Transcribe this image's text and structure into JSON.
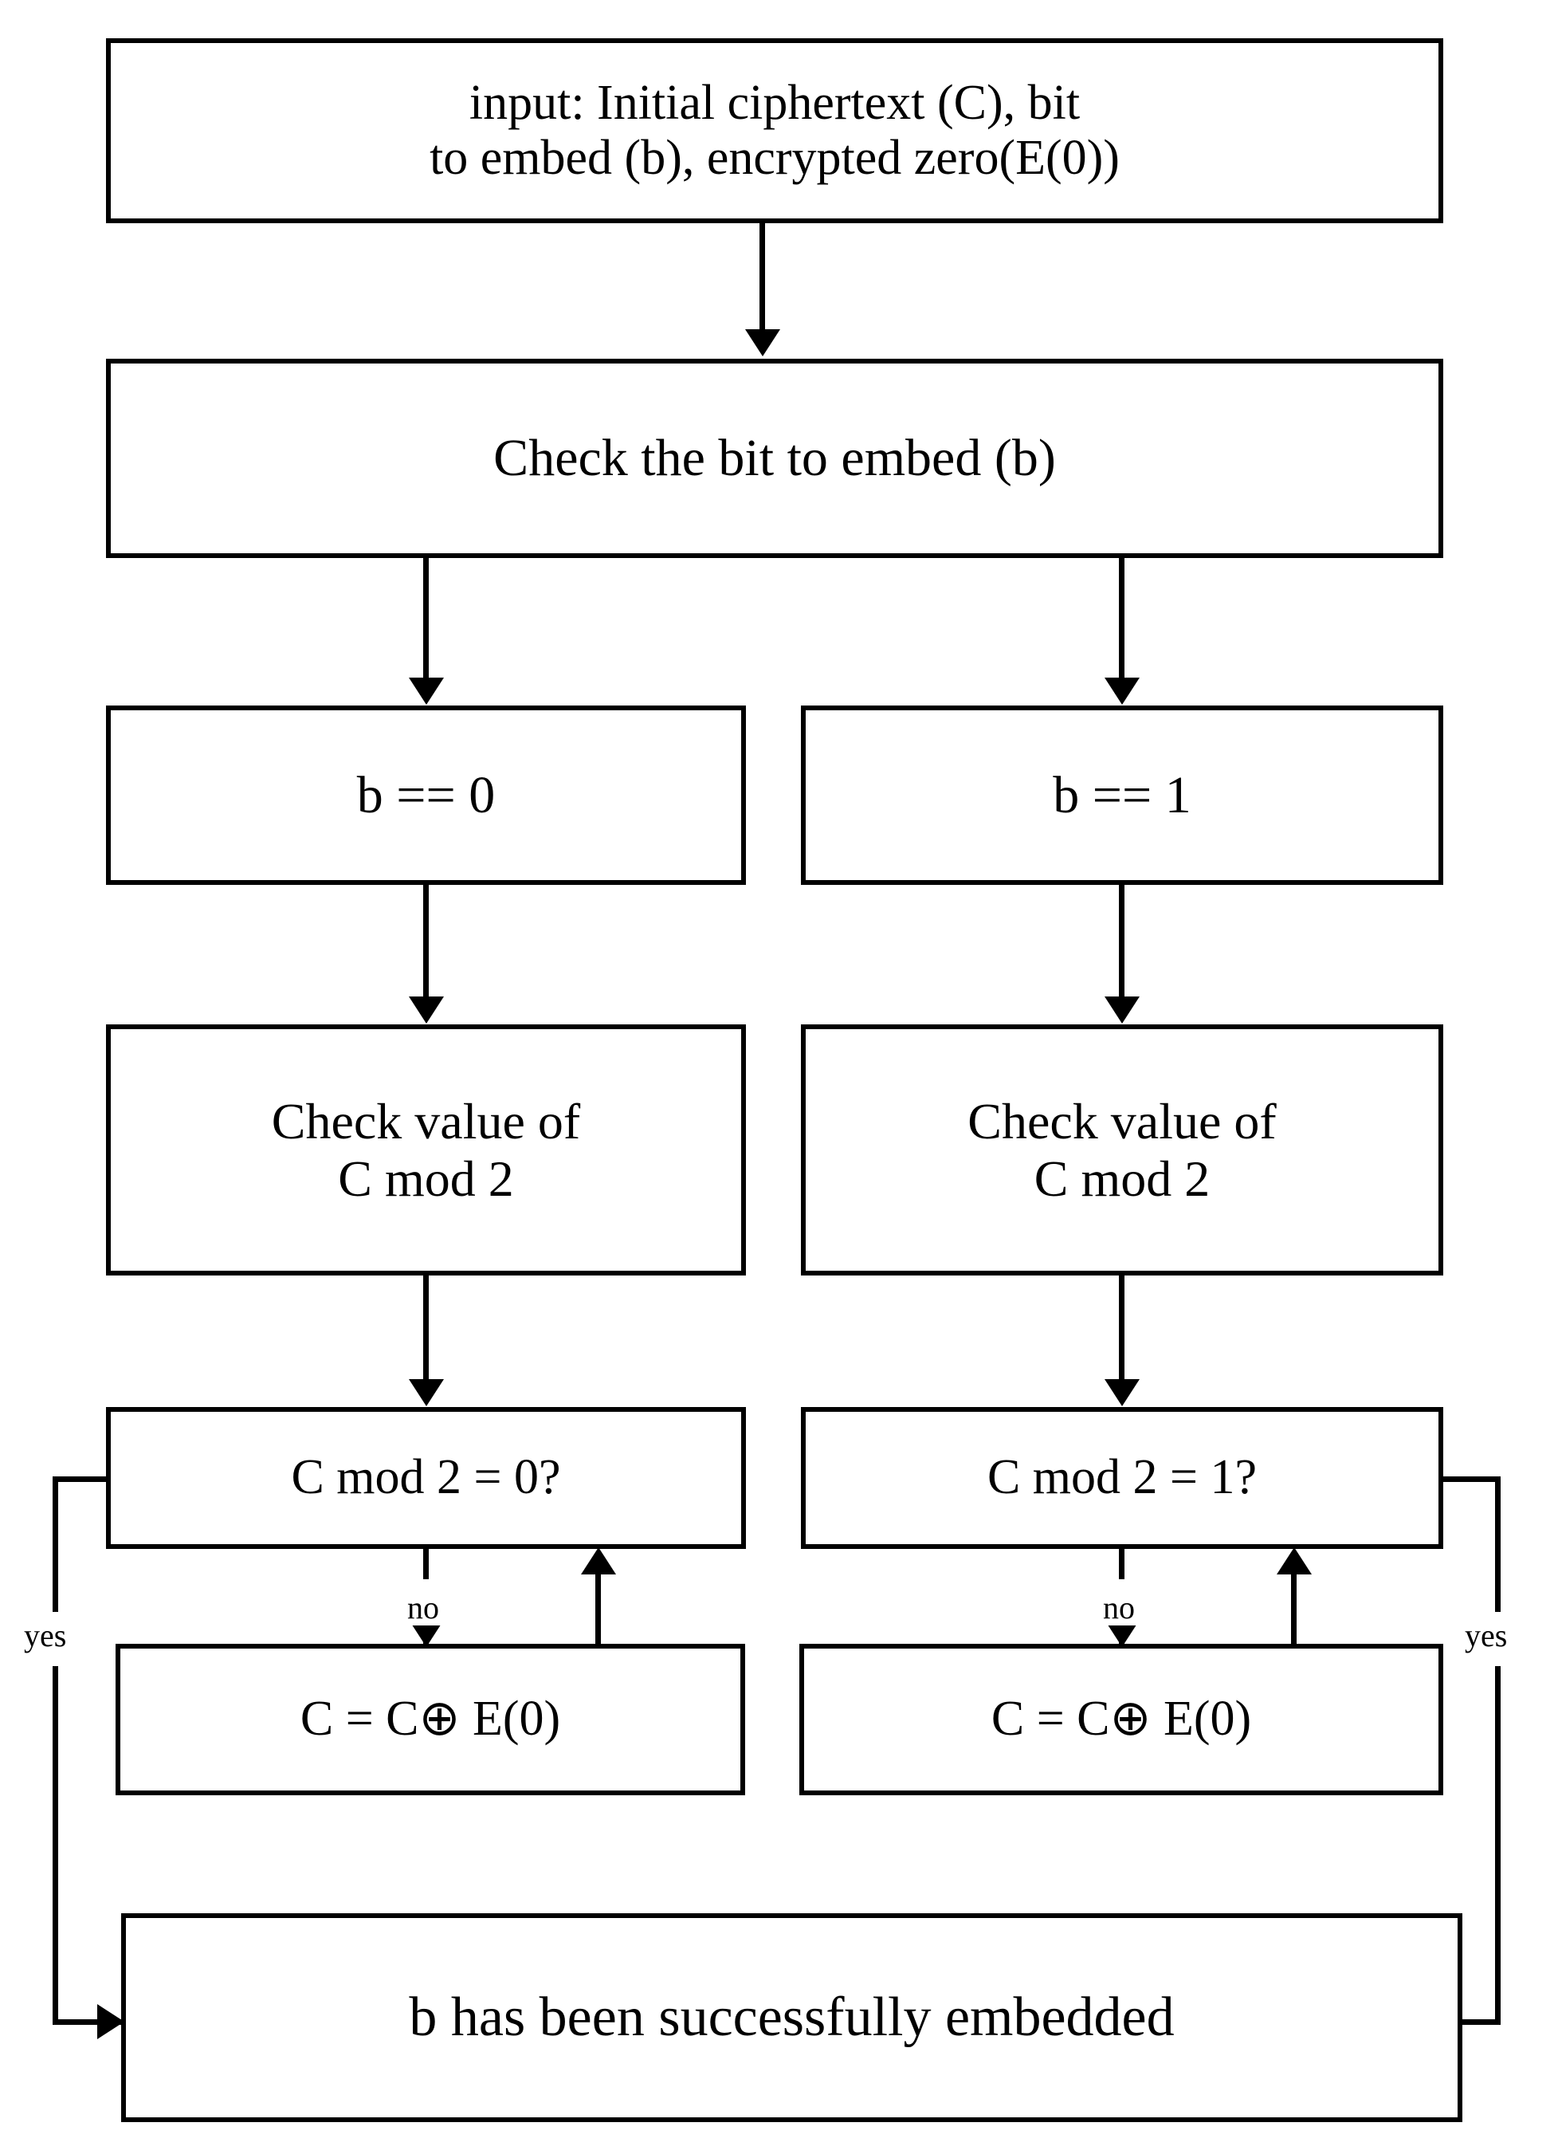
{
  "diagram": {
    "title": "Bit embedding flowchart",
    "colors": {
      "stroke": "#000000",
      "background": "#ffffff",
      "text": "#000000"
    },
    "nodes": {
      "input": "input: Initial ciphertext (C), bit\nto embed (b), encrypted zero(E(0))",
      "check_bit": "Check the bit to embed (b)",
      "b_zero": "b == 0",
      "b_one": "b == 1",
      "check_mod_left": "Check value of\nC mod 2",
      "check_mod_right": "Check value of\nC mod 2",
      "decision_left": "C mod 2 = 0?",
      "decision_right": "C mod 2 = 1?",
      "xor_left": "C = C⊕ E(0)",
      "xor_right": "C = C⊕ E(0)",
      "final": "b has been successfully embedded"
    },
    "edge_labels": {
      "no_left": "no",
      "no_right": "no",
      "yes_left": "yes",
      "yes_right": "yes"
    }
  }
}
